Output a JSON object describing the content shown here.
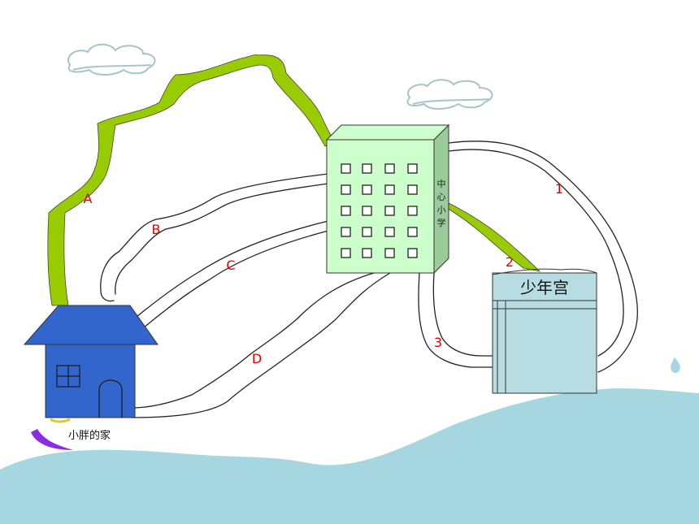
{
  "labels": {
    "school": [
      "中",
      "心",
      "小",
      "学"
    ],
    "palace": "少年宫",
    "home": "小胖的家"
  },
  "routes": {
    "home_to_school": [
      "A",
      "B",
      "C",
      "D"
    ],
    "school_to_palace": [
      "1",
      "2",
      "3"
    ]
  },
  "colors": {
    "highlight_road": "#99cc00",
    "house": "#3366cc",
    "school": "#ccffcc",
    "school_side": "#99cc99",
    "palace": "#b7dde3",
    "water": "#a6d7e0",
    "route_label": "#e60000"
  }
}
